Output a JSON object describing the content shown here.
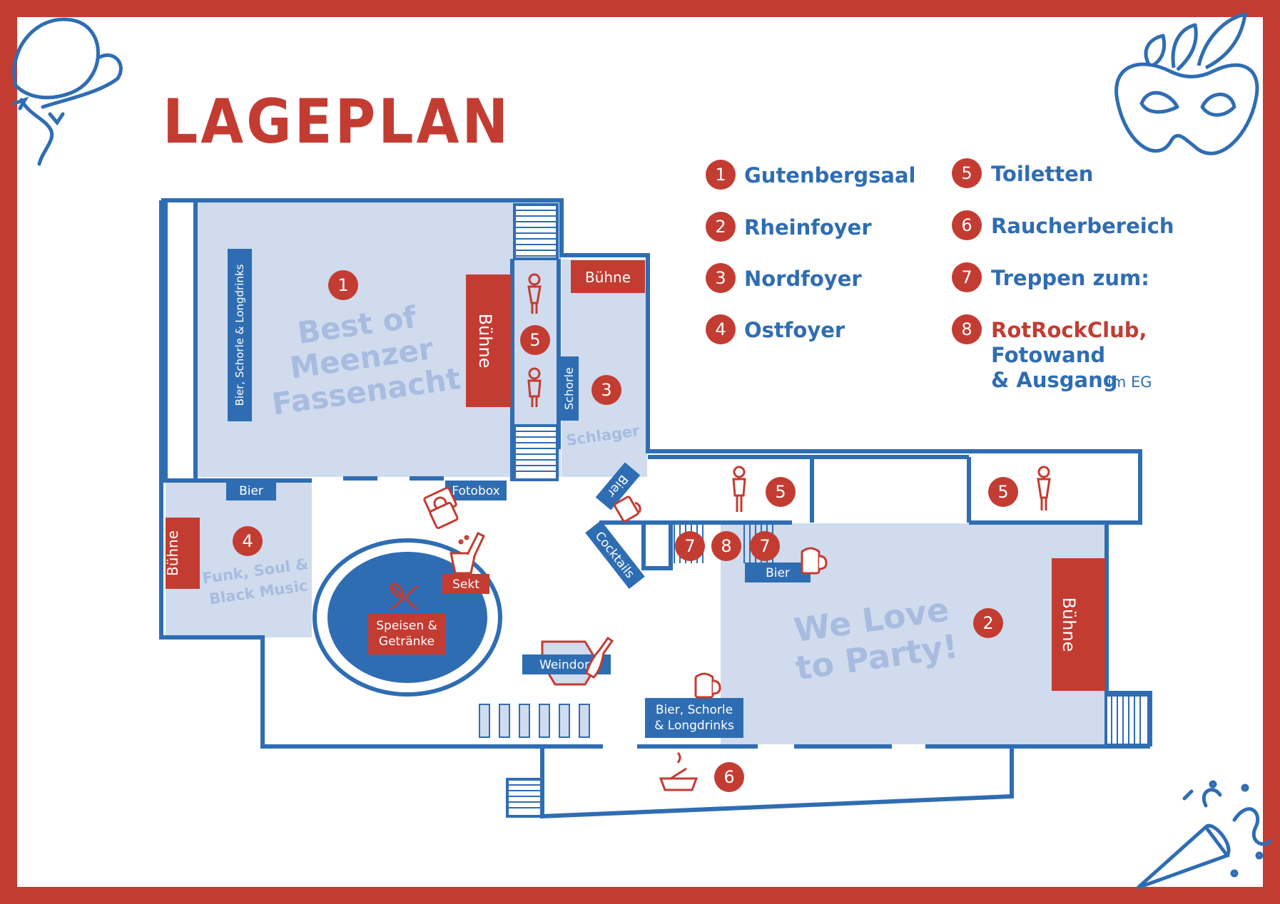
{
  "title": "LAGEPLAN",
  "colors": {
    "red": "#c33c32",
    "blue": "#2f6db3",
    "room": "#d0dbee",
    "ghost": "#a7bcdf"
  },
  "legend": [
    {
      "number": "1",
      "label": "Gutenbergsaal"
    },
    {
      "number": "2",
      "label": "Rheinfoyer"
    },
    {
      "number": "3",
      "label": "Nordfoyer"
    },
    {
      "number": "4",
      "label": "Ostfoyer"
    },
    {
      "number": "5",
      "label": "Toiletten"
    },
    {
      "number": "6",
      "label": "Raucherbereich"
    },
    {
      "number": "7",
      "label": "Treppen zum:"
    },
    {
      "number": "8",
      "label_red": "RotRockClub,",
      "line2": "Fotowand",
      "line3": "& Ausgang",
      "suffix": "im EG"
    }
  ],
  "rooms": {
    "r1_theme": [
      "Best of",
      "Meenzer",
      "Fassenacht"
    ],
    "r2_theme": [
      "We Love",
      "to Party!"
    ],
    "r3_theme": "Schlager",
    "r4_theme": [
      "Funk, Soul &",
      "Black Music"
    ]
  },
  "labels": {
    "buehne": "Bühne",
    "bier": "Bier",
    "bier_schorle_longdrinks_vertical": "Bier, Schorle & Longdrinks",
    "schorle": "Schorle",
    "fotobox": "Fotobox",
    "cocktails": "Cocktails",
    "sekt": "Sekt",
    "speisen": [
      "Speisen &",
      "Getränke"
    ],
    "weindorf": "Weindorf",
    "bier_schorle_box": [
      "Bier, Schorle",
      "& Longdrinks"
    ]
  },
  "markers": {
    "one": "1",
    "two": "2",
    "three": "3",
    "four": "4",
    "five": "5",
    "six": "6",
    "seven": "7",
    "eight": "8"
  },
  "icons": [
    "balloon-icon",
    "mask-icon",
    "party-popper-icon",
    "toilet-female-icon",
    "toilet-male-icon",
    "camera-icon",
    "beer-mug-icon",
    "champagne-bucket-icon",
    "cutlery-icon",
    "wine-bottle-icon",
    "cigarette-ashtray-icon"
  ]
}
